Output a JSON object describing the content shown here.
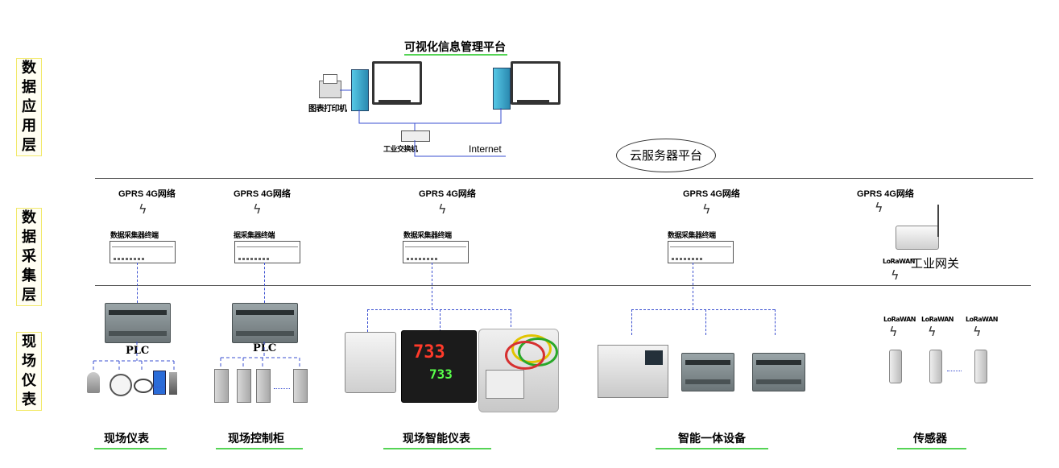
{
  "layers": {
    "app": [
      "数",
      "据",
      "应",
      "用",
      "层"
    ],
    "collect": [
      "数",
      "据",
      "采",
      "集",
      "层"
    ],
    "field": [
      "现",
      "场",
      "仪",
      "表"
    ]
  },
  "top": {
    "platform_title": "可视化信息管理平台",
    "printer_label": "图表打印机",
    "switch_label": "工业交换机",
    "internet_label": "Internet",
    "cloud_label": "云服务器平台"
  },
  "network": {
    "labels": [
      "GPRS 4G网络",
      "GPRS 4G网络",
      "GPRS 4G网络",
      "GPRS 4G网络",
      "GPRS 4G网络"
    ]
  },
  "collectors": {
    "labels": [
      "数据采集器终端",
      "据采集器终端",
      "数据采集器终端",
      "数据采集器终端"
    ]
  },
  "gateway": {
    "lorawan": "LoRaWAN",
    "label": "工业网关"
  },
  "plc": {
    "label1": "PLC",
    "label2": "PLC"
  },
  "sensors": {
    "lorawan_labels": [
      "LoRaWAN",
      "LoRaWAN",
      "LoRaWAN"
    ]
  },
  "bottom": {
    "labels": [
      "现场仪表",
      "现场控制柜",
      "现场智能仪表",
      "智能一体设备",
      "传感器"
    ]
  },
  "meter": {
    "display1": "733",
    "display2": "733"
  }
}
